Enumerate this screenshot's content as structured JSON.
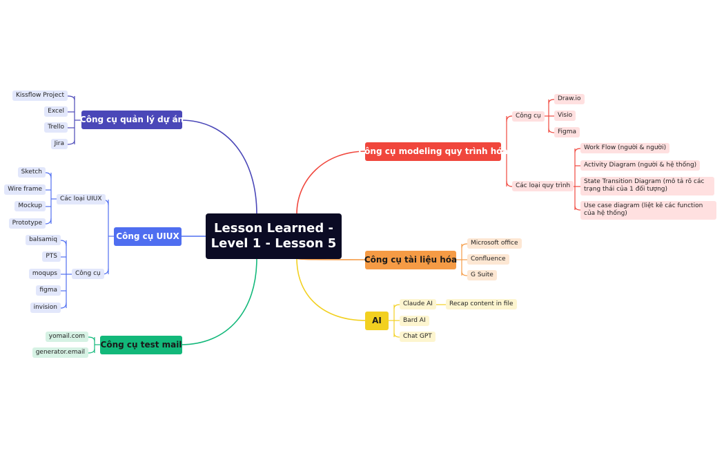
{
  "root": "Lesson Learned - Level 1 - Lesson 5",
  "colors": {
    "root": "#0b0b24",
    "project": "#4a47b8",
    "uiux": "#4f6ef0",
    "testmail": "#12b87a",
    "modeling": "#f0463c",
    "docs": "#f59b45",
    "ai": "#f2d020"
  },
  "branches": {
    "project": {
      "label": "Công cụ quản lý dự án",
      "items": [
        "Kissflow Project",
        "Excel",
        "Trello",
        "Jira"
      ]
    },
    "uiux": {
      "label": "Công cụ UIUX",
      "types_label": "Các loại UIUX",
      "types": [
        "Sketch",
        "Wire frame",
        "Mockup",
        "Prototype"
      ],
      "tools_label": "Công cụ",
      "tools": [
        "balsamiq",
        "PTS",
        "moqups",
        "figma",
        "invision"
      ]
    },
    "testmail": {
      "label": "Công cụ test mail",
      "items": [
        "yomail.com",
        "generator.email"
      ]
    },
    "modeling": {
      "label": "Công cụ modeling quy trình hóa",
      "tools_label": "Công cụ",
      "tools": [
        "Draw.io",
        "Visio",
        "Figma"
      ],
      "types_label": "Các loại quy trình",
      "types": [
        "Work Flow (người & người)",
        "Activity Diagram (người & hệ thống)",
        "State Transition Diagram (mô tả rõ các trạng thái của 1 đối tượng)",
        "Use case diagram (liệt kê các function của hệ thống)"
      ]
    },
    "docs": {
      "label": "Công cụ tài liệu hóa",
      "items": [
        "Microsoft office",
        "Confluence",
        "G Suite"
      ]
    },
    "ai": {
      "label": "AI",
      "items": [
        "Claude AI",
        "Bard AI",
        "Chat GPT"
      ],
      "claude_note": "Recap content in file"
    }
  }
}
